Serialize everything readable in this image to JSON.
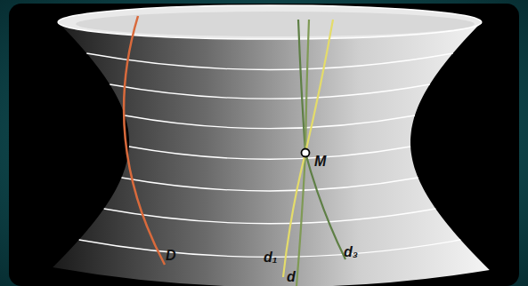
{
  "diagram": {
    "labels": [
      "M",
      "D",
      "d₁",
      "d₃",
      "d"
    ]
  }
}
